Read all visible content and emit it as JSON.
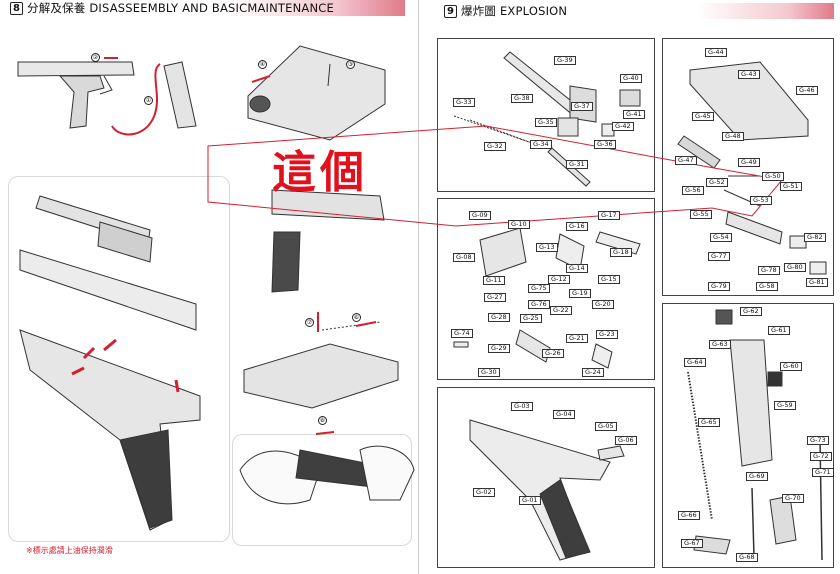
{
  "left_page": {
    "section_number": "8",
    "title": "分解及保養 DISASSEEMBLY AND BASICMAINTENANCE",
    "lube_note": "※標示處請上油保持潤滑",
    "step_markers": [
      "②",
      "①",
      "④",
      "③",
      "⑦",
      "⑥",
      "⑧"
    ]
  },
  "right_page": {
    "section_number": "9",
    "title": "爆炸圖 EXPLOSION"
  },
  "annotation": {
    "handwritten_text": "這個",
    "color": "#e0101c"
  },
  "part_labels": [
    "G-39",
    "G-40",
    "G-38",
    "G-37",
    "G-41",
    "G-33",
    "G-35",
    "G-42",
    "G-34",
    "G-36",
    "G-32",
    "G-31",
    "G-44",
    "G-43",
    "G-46",
    "G-45",
    "G-48",
    "G-47",
    "G-49",
    "G-50",
    "G-52",
    "G-51",
    "G-56",
    "G-53",
    "G-55",
    "G-54",
    "G-82",
    "G-77",
    "G-78",
    "G-80",
    "G-79",
    "G-58",
    "G-81",
    "G-09",
    "G-10",
    "G-16",
    "G-17",
    "G-13",
    "G-08",
    "G-18",
    "G-14",
    "G-11",
    "G-12",
    "G-15",
    "G-75",
    "G-19",
    "G-27",
    "G-76",
    "G-20",
    "G-28",
    "G-25",
    "G-22",
    "G-74",
    "G-21",
    "G-29",
    "G-26",
    "G-23",
    "G-30",
    "G-24",
    "G-62",
    "G-61",
    "G-63",
    "G-60",
    "G-64",
    "G-59",
    "G-65",
    "G-73",
    "G-72",
    "G-71",
    "G-69",
    "G-70",
    "G-66",
    "G-67",
    "G-68",
    "G-03",
    "G-04",
    "G-05",
    "G-06",
    "G-02",
    "G-01"
  ],
  "colors": {
    "accent_red": "#d2202e",
    "line": "#333333",
    "box_border": "#444444"
  }
}
